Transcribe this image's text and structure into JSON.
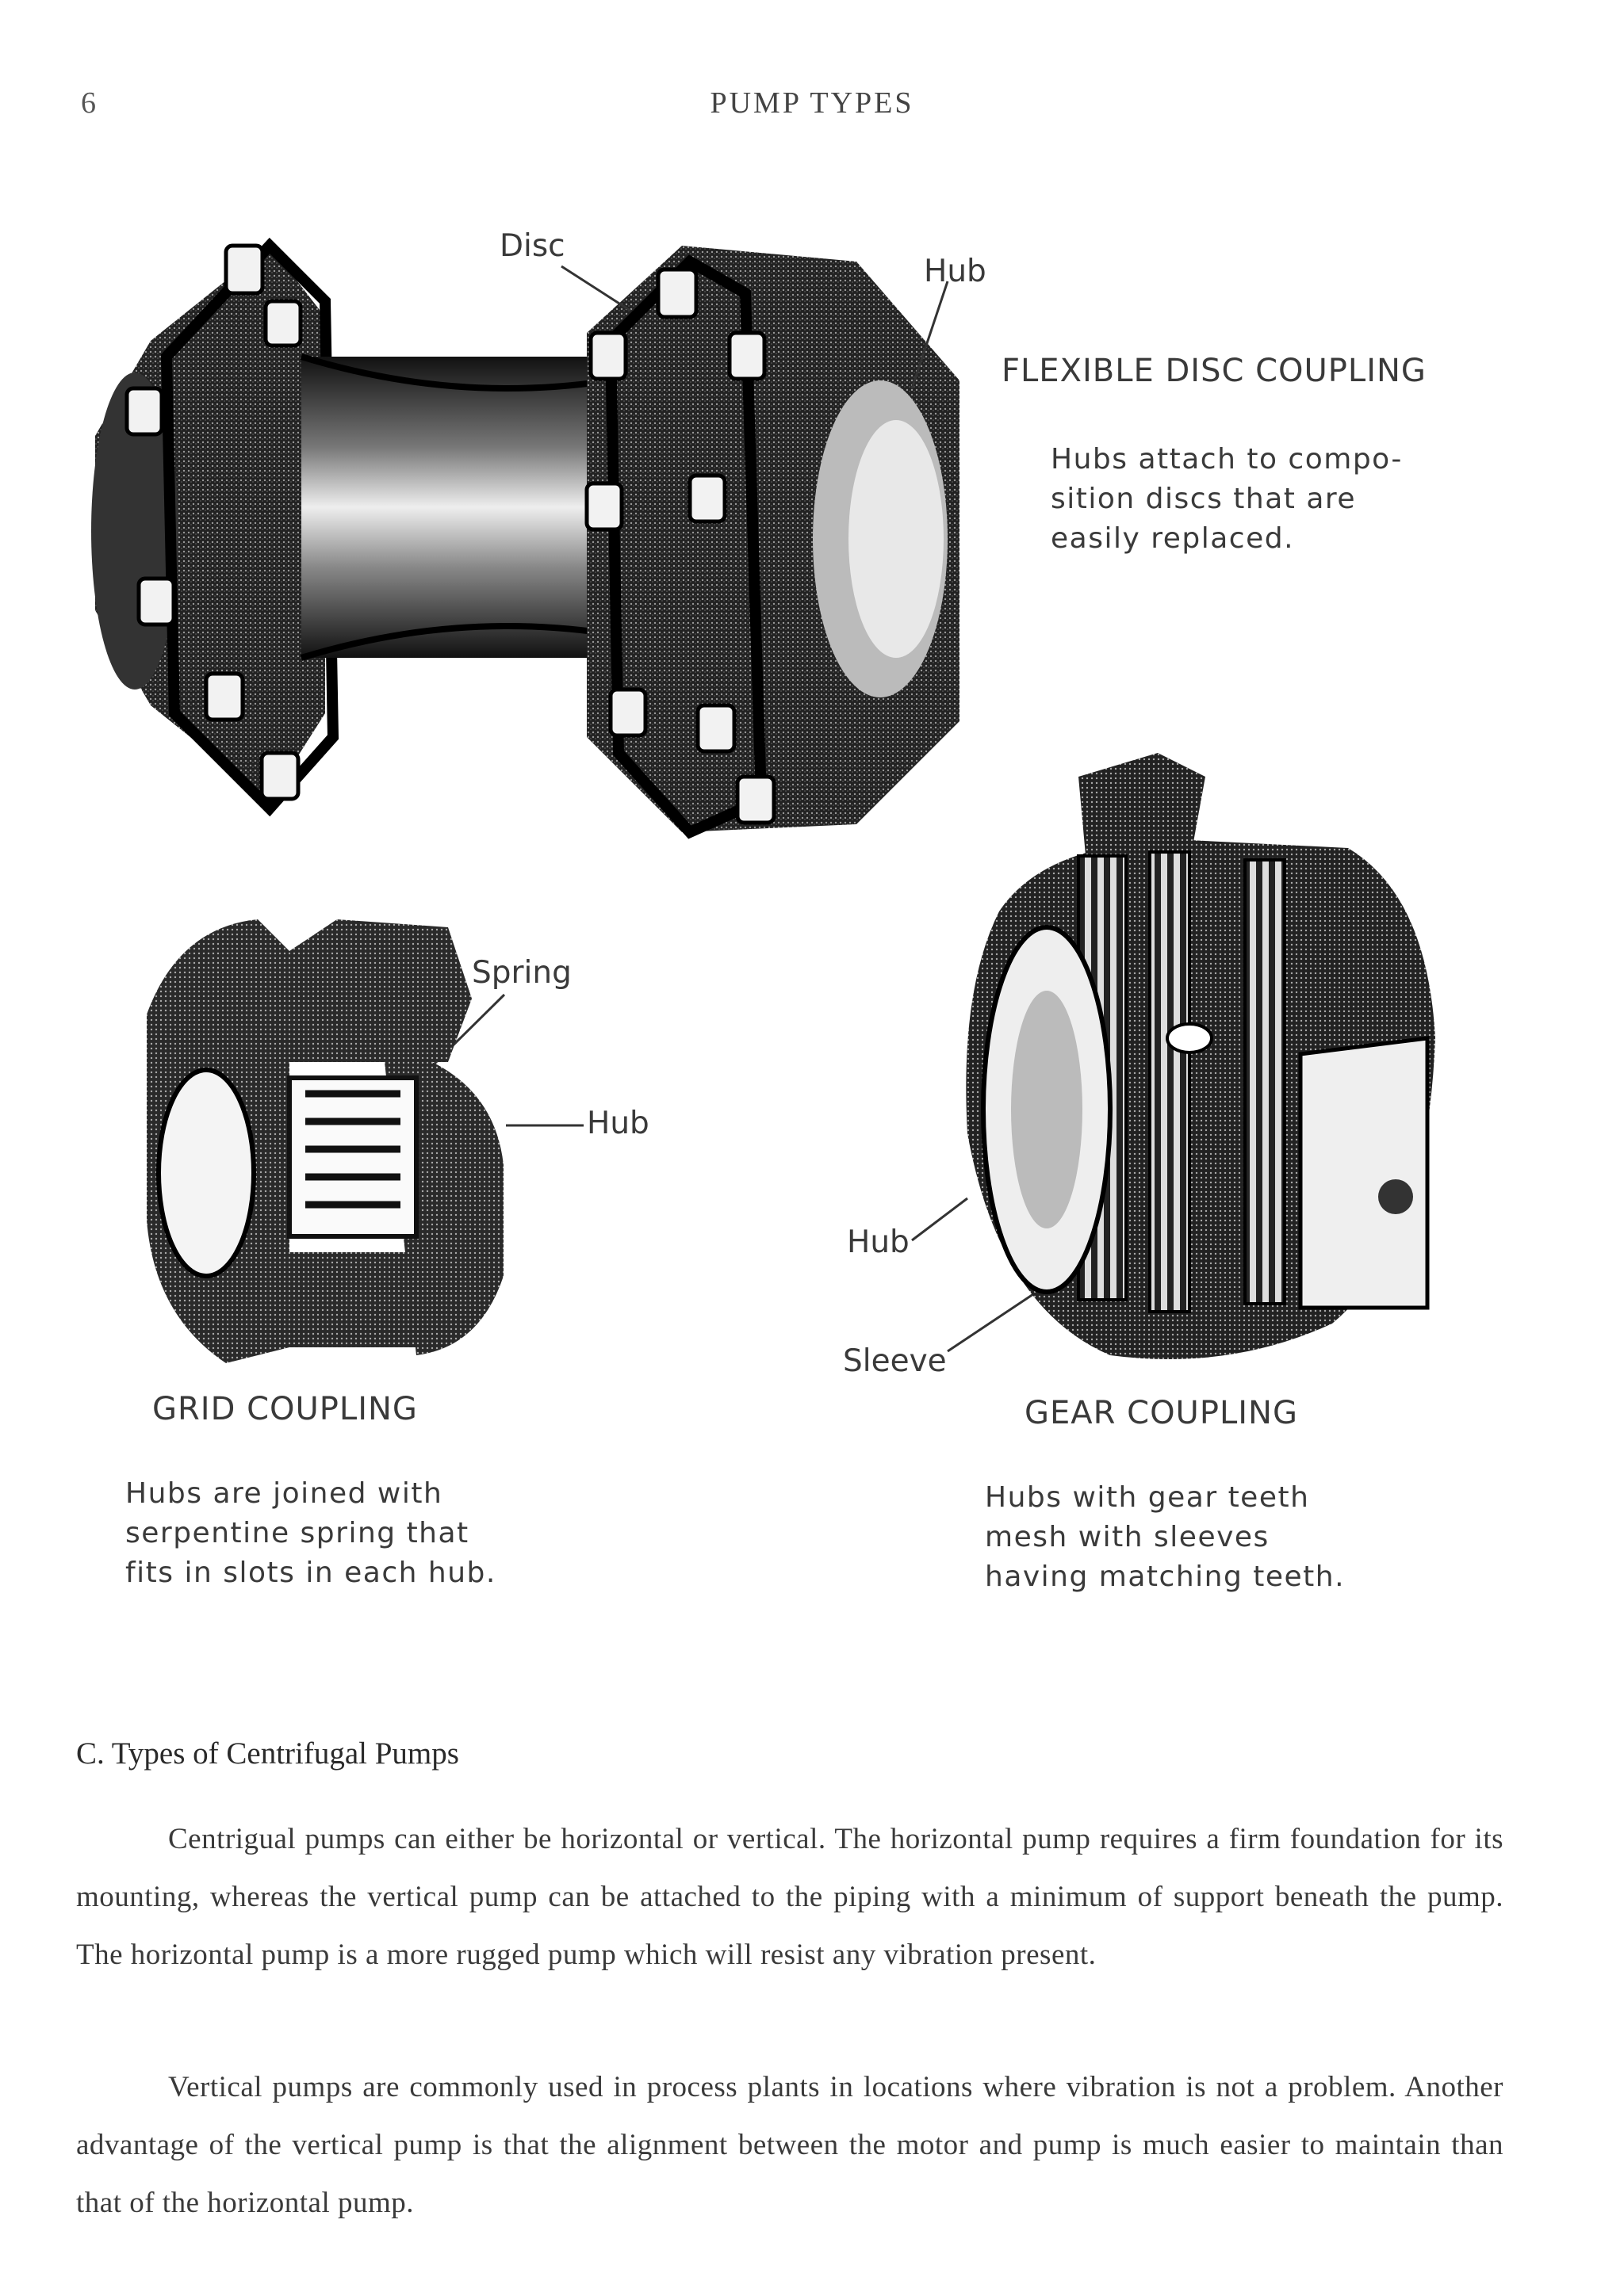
{
  "header": {
    "page_number": "6",
    "running_title": "PUMP TYPES"
  },
  "figures": {
    "disc": {
      "callout_disc": "Disc",
      "callout_hub": "Hub",
      "title": "FLEXIBLE DISC COUPLING",
      "description": "Hubs attach to composition discs that are easily replaced.",
      "desc_lines": [
        "Hubs attach to compo-",
        "sition discs that are",
        "easily replaced."
      ]
    },
    "grid": {
      "callout_spring": "Spring",
      "callout_hub": "Hub",
      "title": "GRID COUPLING",
      "description": "Hubs are joined with serpentine spring that fits in slots in each hub.",
      "desc_lines": [
        "Hubs are joined with",
        "serpentine spring that",
        "fits in slots in each hub."
      ]
    },
    "gear": {
      "callout_hub": "Hub",
      "callout_sleeve": "Sleeve",
      "title": "GEAR COUPLING",
      "description": "Hubs with gear teeth mesh with sleeves having matching teeth.",
      "desc_lines": [
        "Hubs with gear teeth",
        "mesh with sleeves",
        "having matching teeth."
      ]
    }
  },
  "section": {
    "heading": "C.  Types of Centrifugal Pumps",
    "paragraphs": [
      "Centrigual pumps can either be horizontal or vertical. The horizontal pump requires a firm foundation for its mounting, whereas the vertical pump can be attached to the piping with a minimum of support beneath the pump. The horizontal pump is a more rugged pump which will resist any vibration present.",
      "Vertical pumps are commonly used in process plants in locations where vibration is not a problem. Another advantage of the vertical pump is that the alignment between the motor and pump is much easier to maintain than that of the horizontal pump."
    ]
  }
}
